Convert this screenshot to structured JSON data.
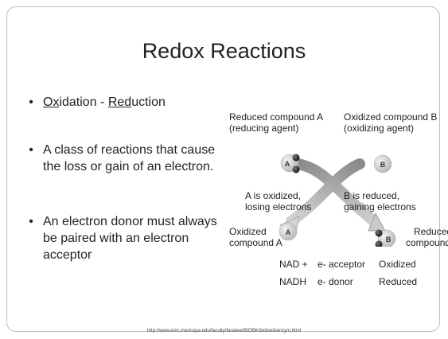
{
  "slide": {
    "title": "Redox Reactions",
    "bullets": [
      {
        "pre": "",
        "ox_u": "Ox",
        "ox_rest": "idation - ",
        "red_u": "Red",
        "red_rest": "uction"
      },
      {
        "text": "A class of reactions that cause the loss or gain of an electron."
      },
      {
        "text": "An electron donor must always be paired with an electron acceptor"
      }
    ]
  },
  "diagram": {
    "reduced_a_line1": "Reduced compound A",
    "reduced_a_line2": "(reducing agent)",
    "oxidized_b_line1": "Oxidized compound B",
    "oxidized_b_line2": "(oxidizing agent)",
    "a_oxidized_line1": "A is oxidized,",
    "a_oxidized_line2": "losing electrons",
    "b_reduced_line1": "B is reduced,",
    "b_reduced_line2": "gaining electrons",
    "oxidized_a_line1": "Oxidized",
    "oxidized_a_line2": "compound A",
    "reduced_b_line1": "Reduced",
    "reduced_b_line2": "compound B",
    "molecule_a": "A",
    "molecule_b": "B"
  },
  "table": {
    "rows": [
      {
        "c1": "NAD +",
        "c2": "e- acceptor",
        "c3": "Oxidized"
      },
      {
        "c1": "NADH",
        "c2": "e- donor",
        "c3": "Reduced"
      }
    ]
  },
  "source_url": "http://www.emc.maricopa.edu/faculty/farabee/BIOBK/biobookenzym.html"
}
